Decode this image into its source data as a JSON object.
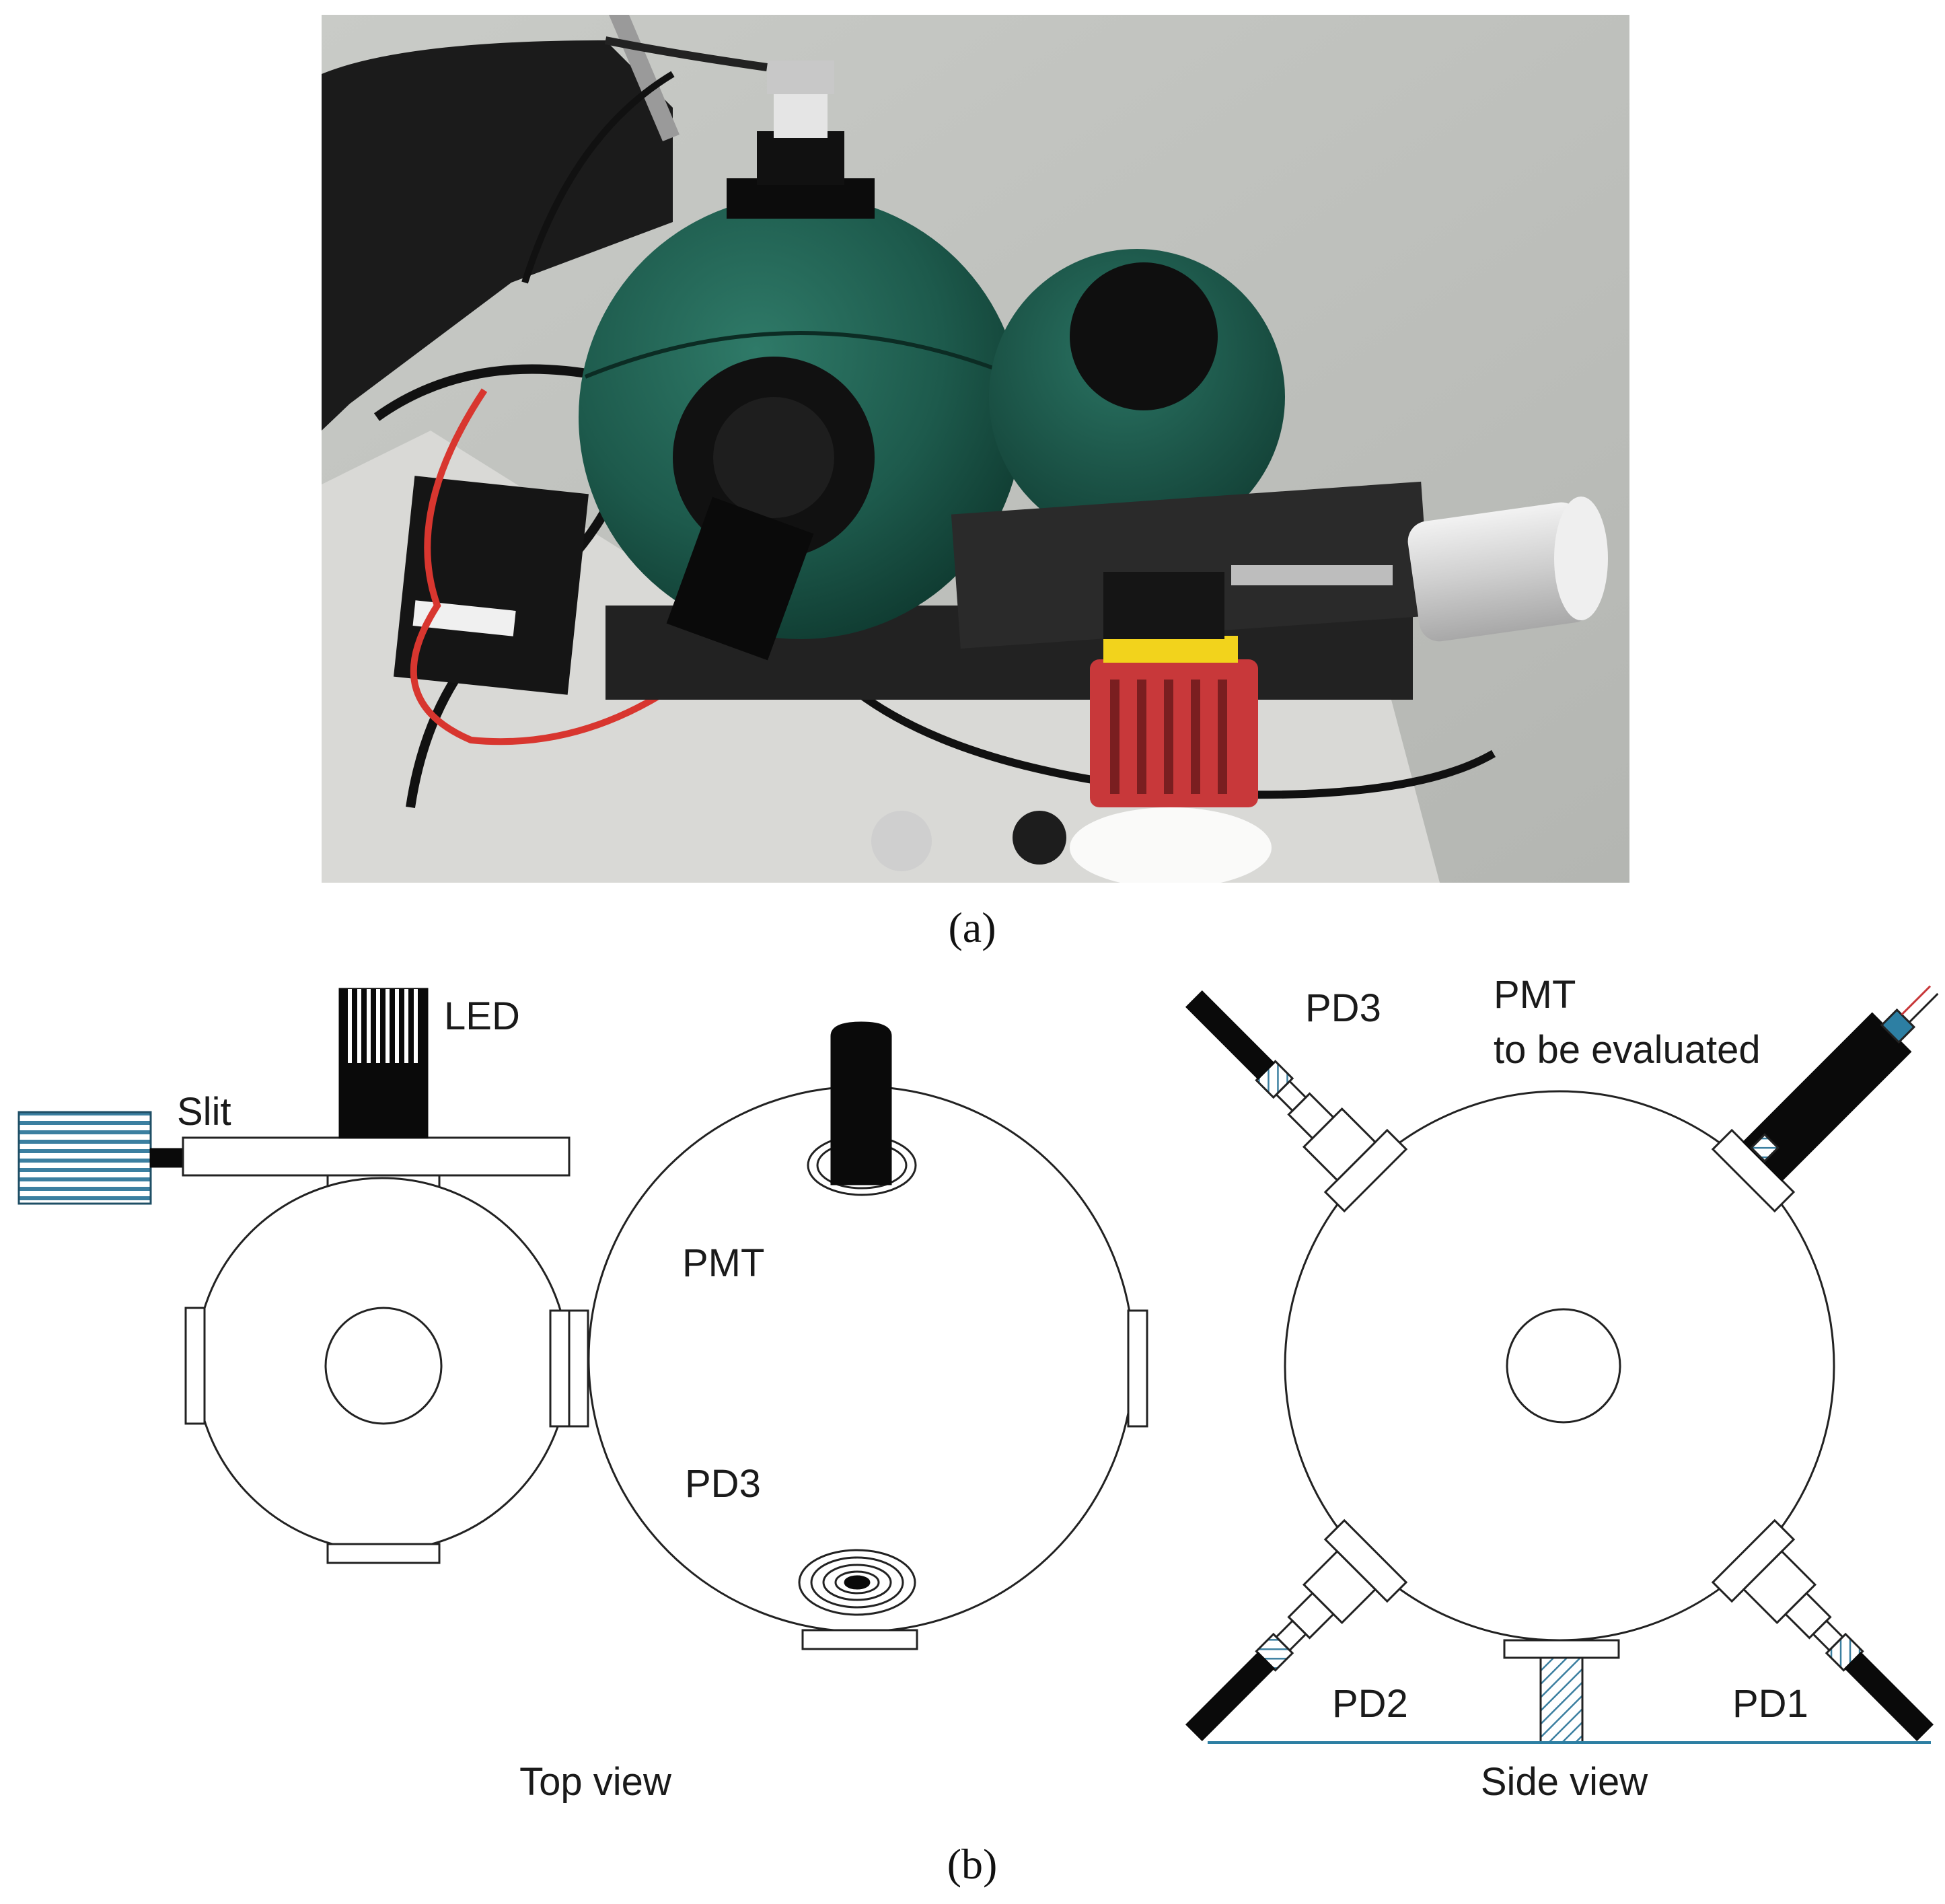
{
  "caption_a": "(a)",
  "caption_b": "(b)",
  "caption_letter_a": "a",
  "caption_letter_b": "b",
  "photo": {
    "description_icon": "photo-of-integrating-spheres"
  },
  "top_view": {
    "label_led": "LED",
    "label_slit": "Slit",
    "label_pmt": "PMT",
    "label_pd3": "PD3",
    "view_title": "Top view"
  },
  "side_view": {
    "label_pd3": "PD3",
    "label_pmt_line1": "PMT",
    "label_pmt_line2": "to be evaluated",
    "label_pd2": "PD2",
    "label_pd1": "PD1",
    "view_title": "Side view"
  },
  "colors": {
    "sphere_green": "#1d5a4c",
    "hatch_blue": "#3b7fa0",
    "baseline_blue": "#2d7fa3",
    "red_housing": "#c8383a"
  }
}
